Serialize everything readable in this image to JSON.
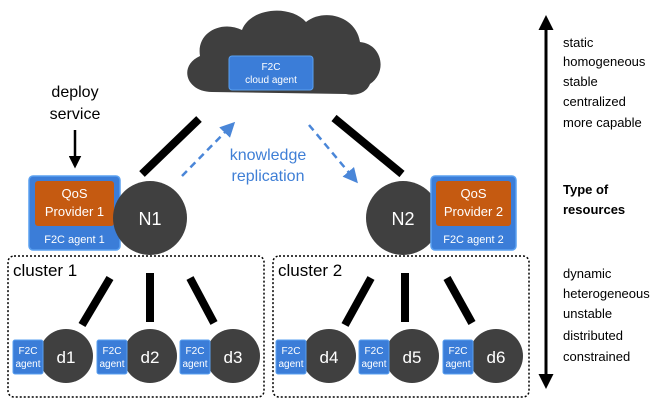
{
  "cloud_agent": {
    "line1": "F2C",
    "line2": "cloud agent"
  },
  "deploy_label": {
    "line1": "deploy",
    "line2": "service"
  },
  "replication_label": {
    "line1": "knowledge",
    "line2": "replication"
  },
  "left_agent": {
    "qos_line1": "QoS",
    "qos_line2": "Provider 1",
    "agent_label": "F2C agent 1",
    "node_label": "N1"
  },
  "right_agent": {
    "qos_line1": "QoS",
    "qos_line2": "Provider 2",
    "agent_label": "F2C agent 2",
    "node_label": "N2"
  },
  "cluster1": {
    "label": "cluster 1",
    "devices": [
      {
        "agent_line1": "F2C",
        "agent_line2": "agent",
        "device": "d1"
      },
      {
        "agent_line1": "F2C",
        "agent_line2": "agent",
        "device": "d2"
      },
      {
        "agent_line1": "F2C",
        "agent_line2": "agent",
        "device": "d3"
      }
    ]
  },
  "cluster2": {
    "label": "cluster 2",
    "devices": [
      {
        "agent_line1": "F2C",
        "agent_line2": "agent",
        "device": "d4"
      },
      {
        "agent_line1": "F2C",
        "agent_line2": "agent",
        "device": "d5"
      },
      {
        "agent_line1": "F2C",
        "agent_line2": "agent",
        "device": "d6"
      }
    ]
  },
  "scale": {
    "top": [
      "static",
      "homogeneous",
      "stable",
      "centralized",
      "more capable"
    ],
    "middle": [
      "Type of",
      "resources"
    ],
    "bottom": [
      "dynamic",
      "heterogeneous",
      "unstable",
      "distributed",
      "constrained"
    ]
  },
  "colors": {
    "agent_blue": "#3b7dd8",
    "agent_border": "#5aa0f0",
    "qos_orange": "#c55a11",
    "node_dark": "#404040",
    "replication_arrow": "#4a86d8",
    "replication_text": "#3f7fd6"
  }
}
